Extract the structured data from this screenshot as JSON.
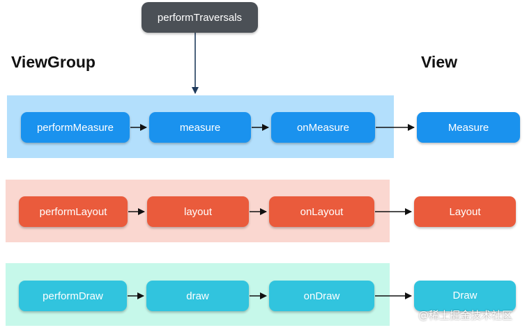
{
  "top_node": "performTraversals",
  "headings": {
    "left": "ViewGroup",
    "right": "View"
  },
  "rows": [
    {
      "id": "measure",
      "band_color": "#b3dffc",
      "node_color": "#1a92ee",
      "nodes": [
        "performMeasure",
        "measure",
        "onMeasure"
      ],
      "view_node": "Measure"
    },
    {
      "id": "layout",
      "band_color": "#fad7d0",
      "node_color": "#ea5b3c",
      "nodes": [
        "performLayout",
        "layout",
        "onLayout"
      ],
      "view_node": "Layout"
    },
    {
      "id": "draw",
      "band_color": "#c6f8ea",
      "node_color": "#31c4de",
      "nodes": [
        "performDraw",
        "draw",
        "onDraw"
      ],
      "view_node": "Draw"
    }
  ],
  "watermark": "@稀土掘金技术社区"
}
